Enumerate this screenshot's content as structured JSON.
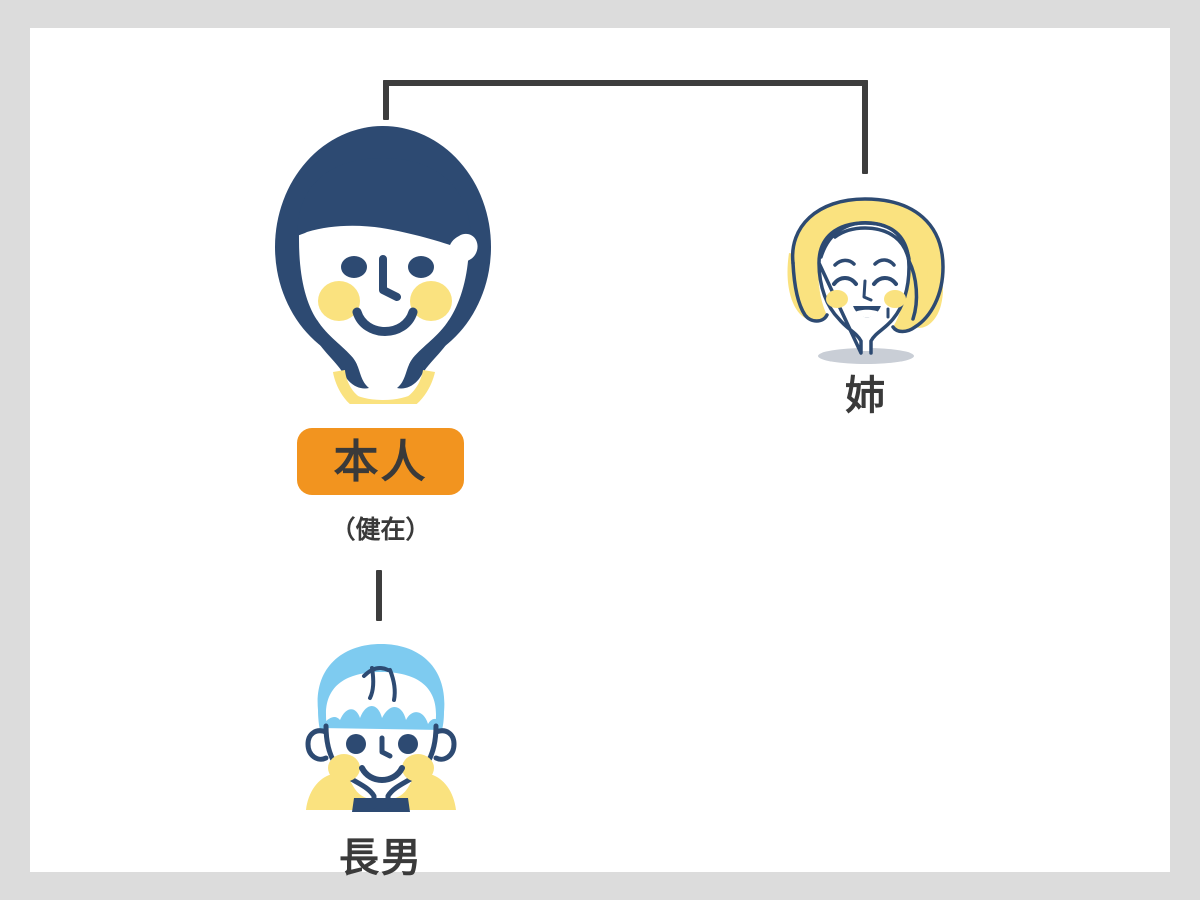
{
  "diagram": {
    "type": "family-tree",
    "title_visible": false,
    "background_color": "#dcdcdc",
    "canvas_color": "#ffffff",
    "connector_color": "#3d3d3d"
  },
  "palette": {
    "navy": "#2d4a72",
    "orange": "#f2941f",
    "yellow": "#fae27f",
    "light_blue": "#7ecbf0",
    "text_dark": "#3a3a3a",
    "shadow_gray": "#c9ced6"
  },
  "nodes": {
    "self": {
      "badge_label": "本人",
      "status_label": "（健在）",
      "avatar_name": "woman-bob-hair-avatar",
      "hair_color": "#2d4a72",
      "collar_color": "#fae27f",
      "badge_color": "#f2941f"
    },
    "sister": {
      "name_label": "姉",
      "avatar_name": "woman-blonde-wavy-hair-avatar",
      "hair_color": "#fae27f",
      "outline_color": "#2d4a72"
    },
    "child": {
      "name_label": "長男",
      "avatar_name": "boy-short-hair-avatar",
      "hair_color": "#7ecbf0",
      "shirt_color": "#fae27f",
      "collar_color": "#2d4a72"
    }
  },
  "connectors": [
    {
      "name": "sibling-bracket",
      "from": "self",
      "to": "sister",
      "style": "bracket"
    },
    {
      "name": "parent-child-line",
      "from": "self",
      "to": "child",
      "style": "vertical"
    }
  ]
}
